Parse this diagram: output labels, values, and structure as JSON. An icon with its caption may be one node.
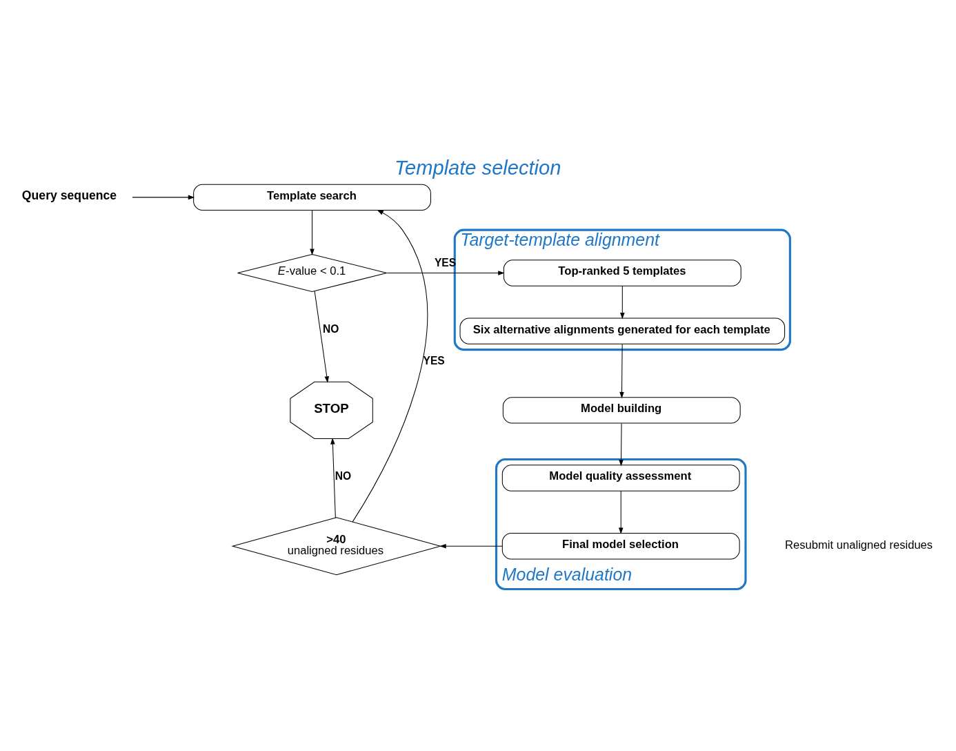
{
  "diagram": {
    "title": "Template selection",
    "nodes": [
      {
        "text": [
          "Query sequence"
        ]
      },
      {
        "text": [
          "Template search"
        ]
      },
      {
        "text": [
          "*E*-value < 0.1"
        ]
      },
      {
        "text": [
          "Target-template alignment"
        ]
      },
      {
        "text": [
          "Top-ranked 5 templates"
        ],
        "in": 3
      },
      {
        "text": [
          "Six alternative alignments generated for each template"
        ],
        "in": 3
      },
      {
        "text": [
          "Model building"
        ]
      },
      {
        "text": [
          "Model evaluation"
        ]
      },
      {
        "text": [
          "Model quality assessment"
        ],
        "in": 7
      },
      {
        "text": [
          "Final model selection"
        ],
        "in": 7
      },
      {
        "text": [
          ">40",
          "unaligned residues"
        ]
      },
      {
        "text": [
          "STOP"
        ]
      }
    ],
    "edges": [
      {
        "from": 0,
        "to": 1,
        "arrow": "to"
      },
      {
        "from": 1,
        "to": 2,
        "arrow": "to"
      },
      {
        "from": 2,
        "to": 4,
        "arrow": "to",
        "label": "YES"
      },
      {
        "from": 2,
        "to": 11,
        "arrow": "to",
        "label": "NO"
      },
      {
        "from": 4,
        "to": 5,
        "arrow": "to"
      },
      {
        "from": 5,
        "to": 6,
        "arrow": "to"
      },
      {
        "from": 6,
        "to": 8,
        "arrow": "to"
      },
      {
        "from": 8,
        "to": 9,
        "arrow": "to"
      },
      {
        "from": 9,
        "to": 10,
        "arrow": "to"
      },
      {
        "from": 10,
        "to": 11,
        "arrow": "to",
        "label": "NO"
      },
      {
        "from": 10,
        "to": 1,
        "arrow": "to",
        "label": "YES"
      }
    ],
    "labels": [
      "Resubmit unaligned residues"
    ]
  }
}
